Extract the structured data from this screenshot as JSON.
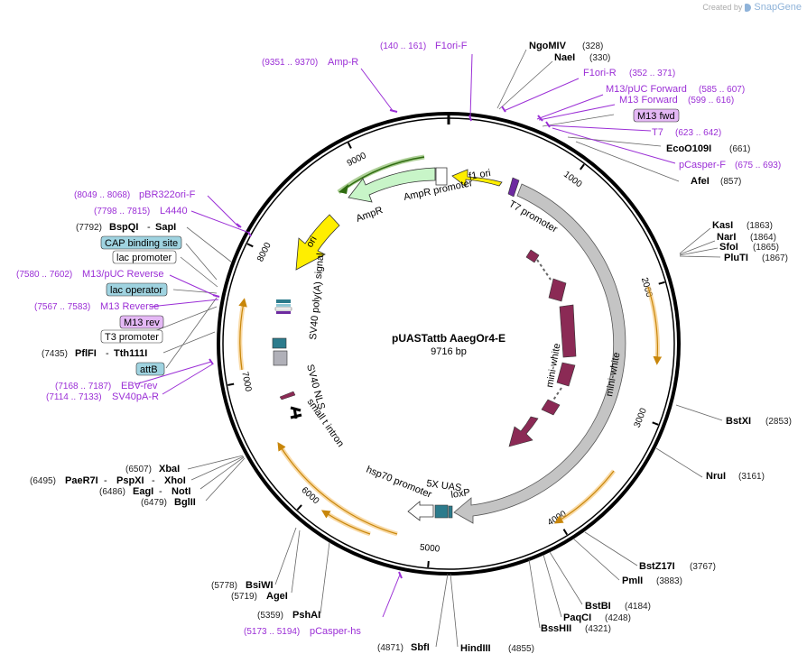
{
  "credit": {
    "created_by": "Created by",
    "brand": "SnapGene"
  },
  "plasmid": {
    "name": "pUASTattb AaegOr4-E",
    "size": 9716,
    "size_label": "9716 bp"
  },
  "ticks": [
    "1000",
    "2000",
    "3000",
    "4000",
    "5000",
    "6000",
    "7000",
    "8000",
    "9000"
  ],
  "enzymes": [
    {
      "name": "NgoMIV",
      "pos": "(328)",
      "bp": 328
    },
    {
      "name": "NaeI",
      "pos": "(330)",
      "bp": 330
    },
    {
      "name": "EcoO109I",
      "pos": "(661)",
      "bp": 661
    },
    {
      "name": "AfeI",
      "pos": "(857)",
      "bp": 857
    },
    {
      "name": "KasI",
      "pos": "(1863)",
      "bp": 1863
    },
    {
      "name": "NarI",
      "pos": "(1864)",
      "bp": 1864
    },
    {
      "name": "SfoI",
      "pos": "(1865)",
      "bp": 1865
    },
    {
      "name": "PluTI",
      "pos": "(1867)",
      "bp": 1867
    },
    {
      "name": "BstXI",
      "pos": "(2853)",
      "bp": 2853
    },
    {
      "name": "NruI",
      "pos": "(3161)",
      "bp": 3161
    },
    {
      "name": "BstZ17I",
      "pos": "(3767)",
      "bp": 3767
    },
    {
      "name": "PmlI",
      "pos": "(3883)",
      "bp": 3883
    },
    {
      "name": "BstBI",
      "pos": "(4184)",
      "bp": 4184
    },
    {
      "name": "PaqCI",
      "pos": "(4248)",
      "bp": 4248
    },
    {
      "name": "BssHII",
      "pos": "(4321)",
      "bp": 4321
    },
    {
      "name": "HindIII",
      "pos": "(4855)",
      "bp": 4855
    },
    {
      "name": "SbfI",
      "pos": "(4871)",
      "bp": 4871
    },
    {
      "name": "PshAI",
      "pos": "(5359)",
      "bp": 5359
    },
    {
      "name": "AgeI",
      "pos": "(5719)",
      "bp": 5719
    },
    {
      "name": "BsiWI",
      "pos": "(5778)",
      "bp": 5778
    },
    {
      "name": "BglII",
      "pos": "(6479)",
      "bp": 6479
    },
    {
      "name": "NotI",
      "pos": "(6486)",
      "bp": 6486
    },
    {
      "name": "EagI",
      "pos": "(6486)",
      "bp": 6486
    },
    {
      "name": "XhoI",
      "pos": "(6495)",
      "bp": 6495
    },
    {
      "name": "PspXI",
      "pos": "(6495)",
      "bp": 6495
    },
    {
      "name": "PaeR7I",
      "pos": "(6495)",
      "bp": 6495
    },
    {
      "name": "XbaI",
      "pos": "(6507)",
      "bp": 6507
    },
    {
      "name": "PflFI",
      "pos": "(7435)",
      "bp": 7435
    },
    {
      "name": "Tth111I",
      "pos": "(7435)",
      "bp": 7435
    },
    {
      "name": "BspQI",
      "pos": "(7792)",
      "bp": 7792
    },
    {
      "name": "SapI",
      "pos": "(7792)",
      "bp": 7792
    }
  ],
  "primers": [
    {
      "name": "F1ori-F",
      "range": "(140 .. 161)"
    },
    {
      "name": "Amp-R",
      "range": "(9351 .. 9370)"
    },
    {
      "name": "F1ori-R",
      "range": "(352 .. 371)"
    },
    {
      "name": "M13/pUC Forward",
      "range": "(585 .. 607)"
    },
    {
      "name": "M13 Forward",
      "range": "(599 .. 616)"
    },
    {
      "name": "T7",
      "range": "(623 .. 642)"
    },
    {
      "name": "pCasper-F",
      "range": "(675 .. 693)"
    },
    {
      "name": "pBR322ori-F",
      "range": "(8049 .. 8068)"
    },
    {
      "name": "L4440",
      "range": "(7798 .. 7815)"
    },
    {
      "name": "M13/pUC Reverse",
      "range": "(7580 .. 7602)"
    },
    {
      "name": "M13 Reverse",
      "range": "(7567 .. 7583)"
    },
    {
      "name": "EBV-rev",
      "range": "(7168 .. 7187)"
    },
    {
      "name": "SV40pA-R",
      "range": "(7114 .. 7133)"
    },
    {
      "name": "pCasper-hs",
      "range": "(5173 .. 5194)"
    }
  ],
  "boxed": {
    "m13_fwd": "M13 fwd",
    "cap": "CAP binding site",
    "lac_promoter": "lac promoter",
    "lac_operator": "lac operator",
    "m13_rev": "M13 rev",
    "t3": "T3 promoter",
    "attb": "attB"
  },
  "features": {
    "f1_ori": "f1 ori",
    "ampr_promoter": "AmpR promoter",
    "ampr": "AmpR",
    "ori": "ori",
    "t7_promoter": "T7 promoter",
    "mini_white_outer": "mini-white",
    "mini_white_inner": "mini-white",
    "uas": "5X UAS",
    "loxp": "loxP",
    "hsp70": "hsp70 promoter",
    "sv40_polya": "SV40 poly(A) signal",
    "sv40_nls": "SV40 NLS",
    "small_t": "small t intron"
  },
  "colors": {
    "primer": "#9b2fd6",
    "mini_white": "#8b2a55",
    "grey": "#b8b8b8",
    "ampr": "#c8f5c8",
    "ori": "#ffee00",
    "teal": "#2c7b8c",
    "orf": "#f5c26b"
  }
}
